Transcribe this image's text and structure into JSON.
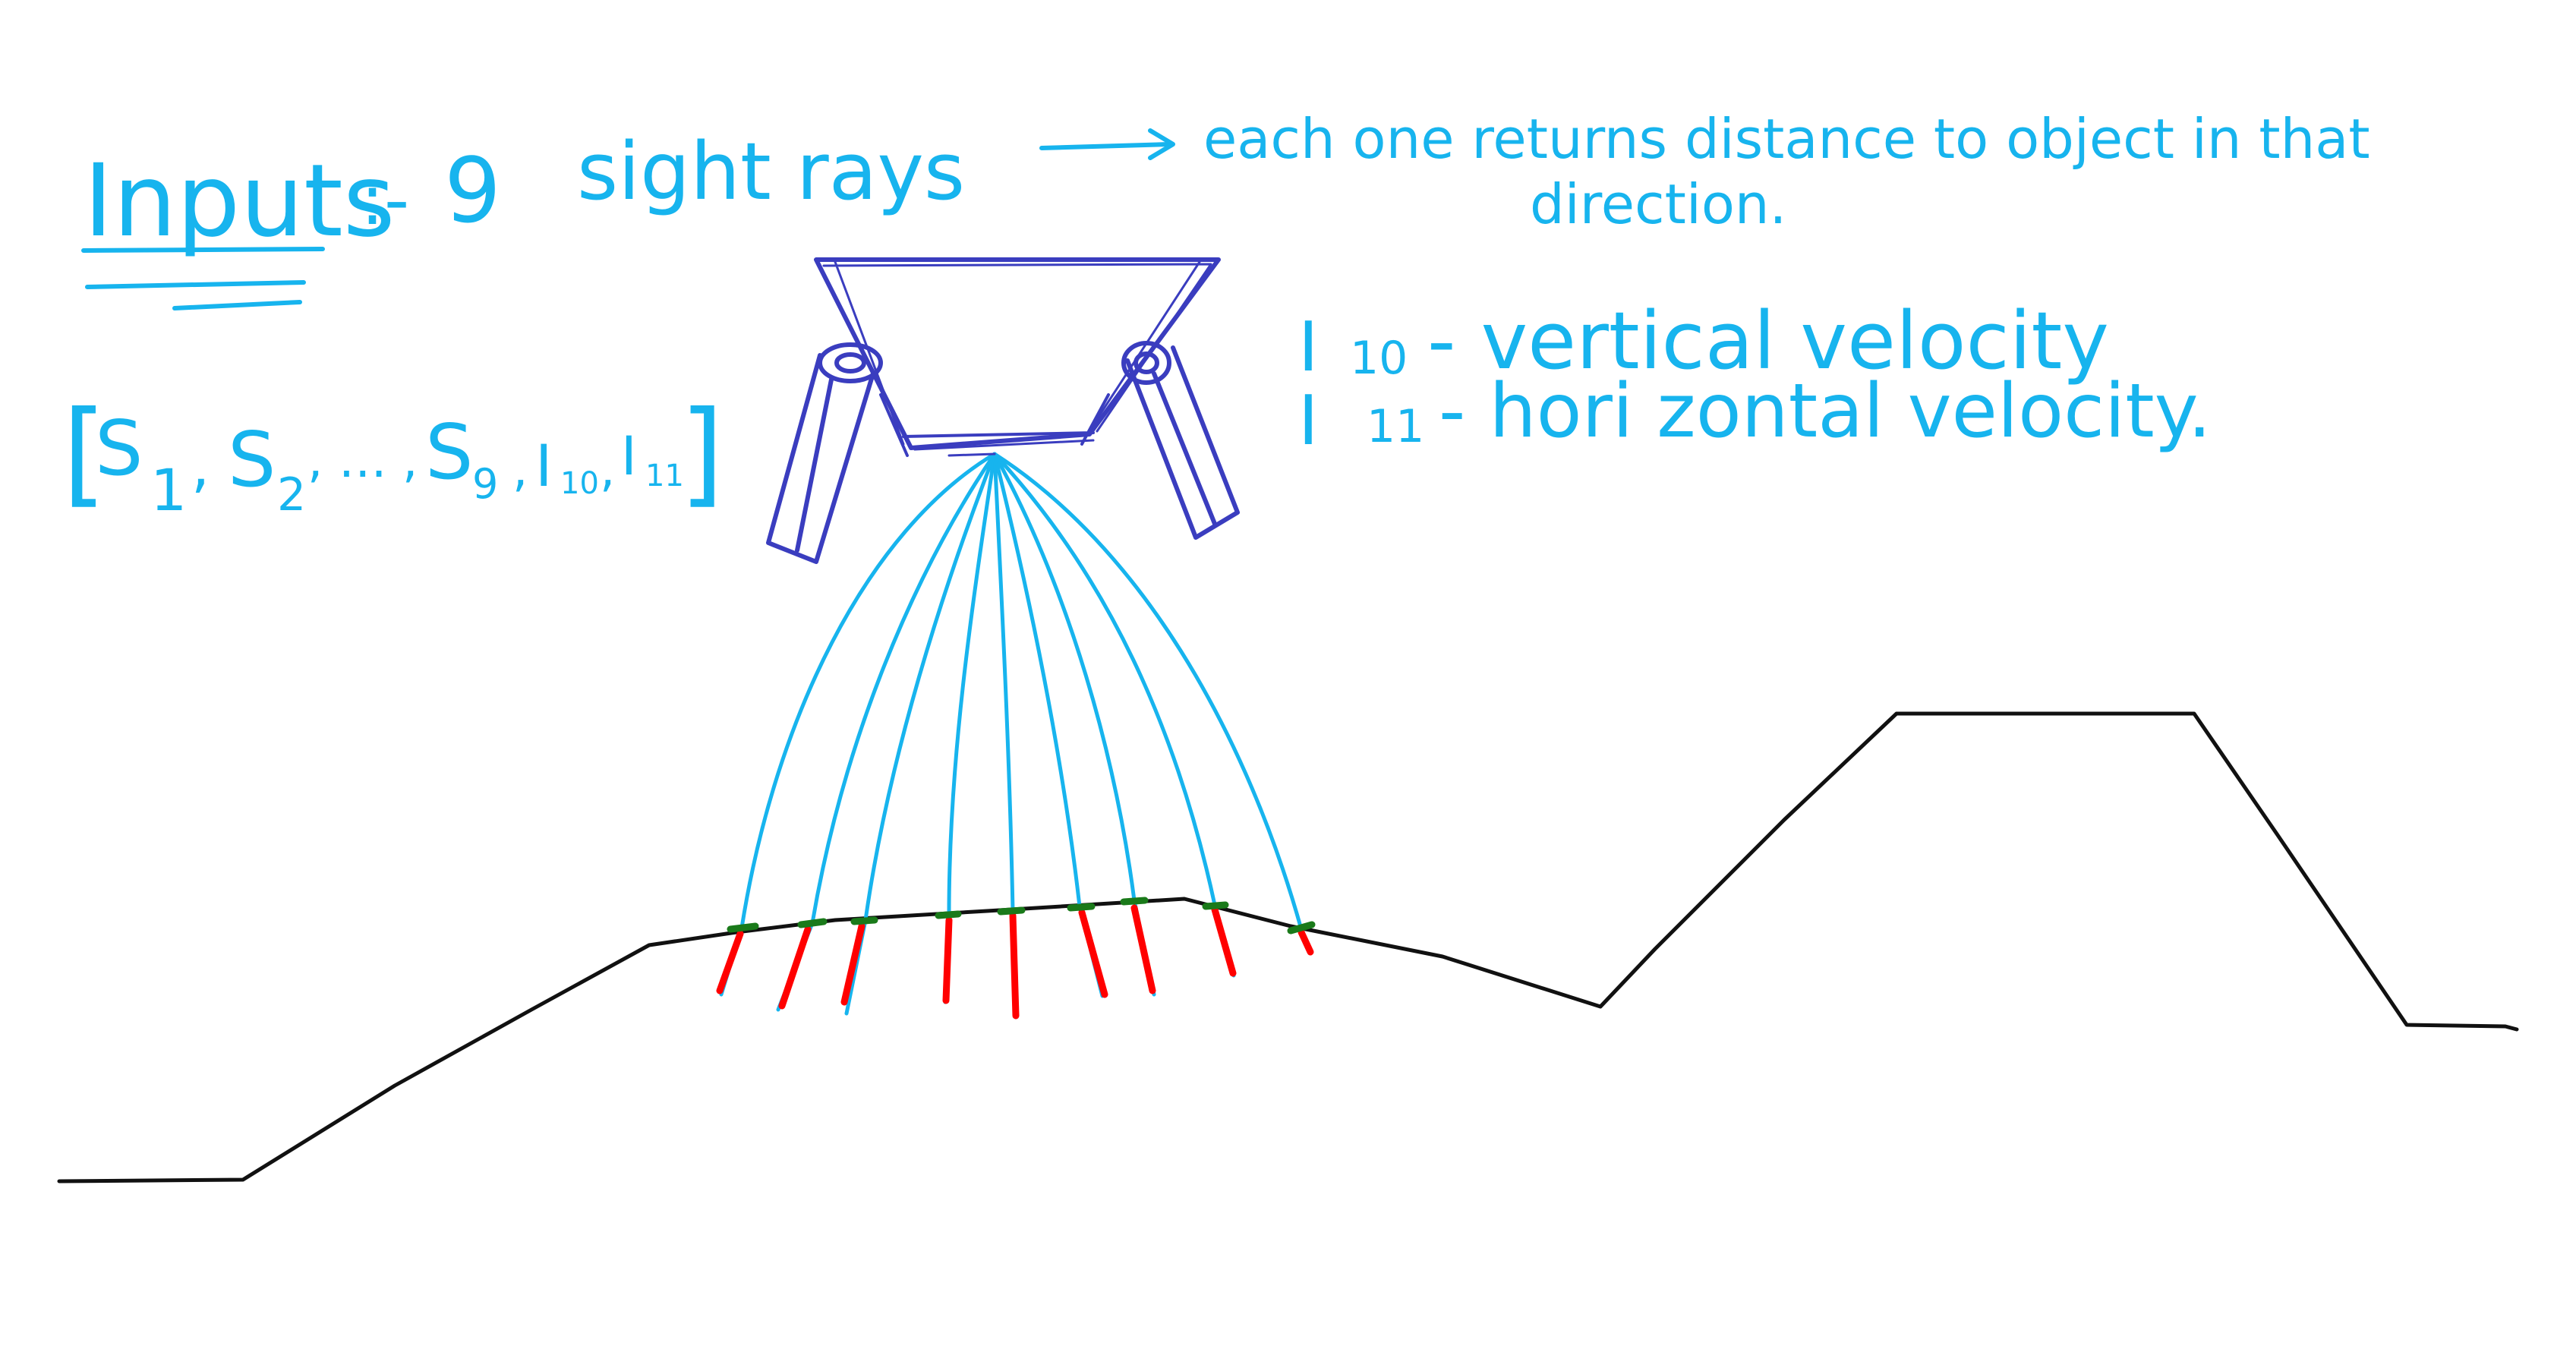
{
  "colors": {
    "annotation_ink": "#17b4ee",
    "lander_ink": "#3a3dbf",
    "ray_ink": "#17b4ee",
    "terrain_ink": "#111111",
    "hit_mark": "#1a7a1a",
    "penetration_mark": "#ff0000"
  },
  "annotations": {
    "inputs_heading": "Inputs",
    "inputs_separator": ":-",
    "inputs_count": "9",
    "inputs_subject": "sight rays",
    "ray_description_line1": "each one returns distance to object in that",
    "ray_description_line2": "direction.",
    "vector_open": "[",
    "vector_s1": "S",
    "vector_s1_sub": "1",
    "vector_s2": "S",
    "vector_s2_sub": "2",
    "vector_ellipsis": ", … ,",
    "vector_s9": "S",
    "vector_s9_sub": "9",
    "vector_i10": "I",
    "vector_i10_sub": "10",
    "vector_i11": "I",
    "vector_i11_sub": "11",
    "vector_close": "]",
    "i10_label": "I",
    "i10_sub": "10",
    "i10_desc": "- vertical velocity",
    "i11_label": "I",
    "i11_sub": "11",
    "i11_desc": "- hori zontal velocity."
  },
  "icons": {
    "arrow": "right-arrow-icon",
    "lander": "lander-icon"
  },
  "rays": {
    "count": 9
  }
}
